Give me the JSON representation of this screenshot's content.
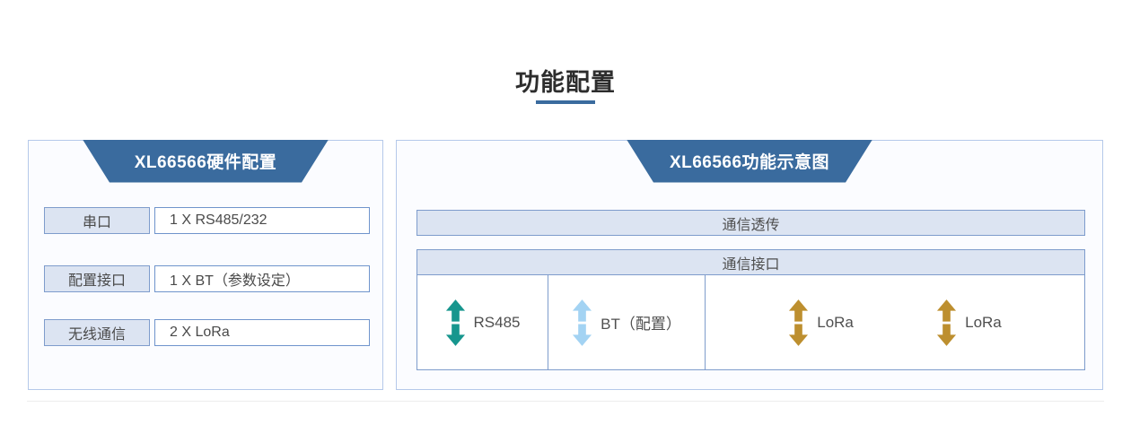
{
  "page": {
    "title": "功能配置"
  },
  "hardware_panel": {
    "header": "XL66566硬件配置",
    "rows": [
      {
        "label": "串口",
        "value": "1 X RS485/232"
      },
      {
        "label": "配置接口",
        "value": "1 X BT（参数设定）"
      },
      {
        "label": "无线通信",
        "value": "2 X LoRa"
      }
    ]
  },
  "function_panel": {
    "header": "XL66566功能示意图",
    "top_bar": "通信透传",
    "table_header": "通信接口",
    "cells": [
      {
        "label": "RS485",
        "icon": "double-arrow-vertical"
      },
      {
        "label": "BT（配置）",
        "icon": "double-arrow-vertical"
      },
      {
        "items": [
          {
            "label": "LoRa",
            "icon": "double-arrow-vertical"
          },
          {
            "label": "LoRa",
            "icon": "double-arrow-vertical"
          }
        ]
      }
    ]
  },
  "colors": {
    "accent": "#3a6b9e",
    "panel_border": "#b5c9ea",
    "bar_fill": "#dce4f2",
    "bar_border": "#7e9ccc",
    "rs485_arrow": "#17968e",
    "bt_arrow": "#a3d3f3",
    "lora_arrow": "#bd8f2f"
  }
}
